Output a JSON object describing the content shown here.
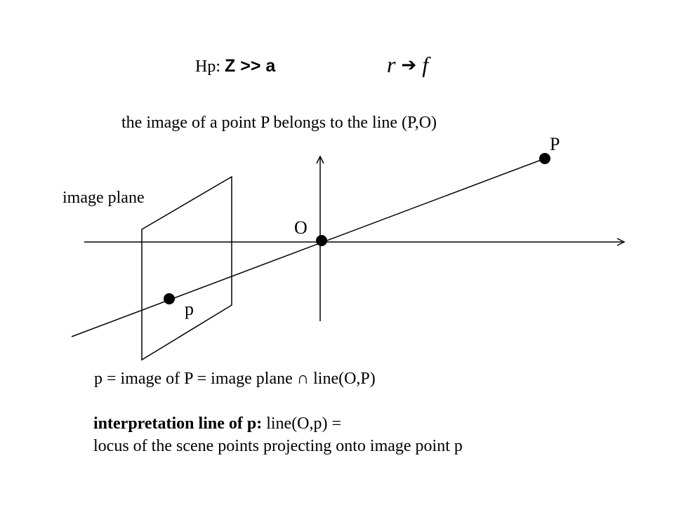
{
  "hypothesis": {
    "prefix": "Hp:",
    "condition": "Z >> a"
  },
  "limit": {
    "from": "r",
    "arrow": "➔",
    "to": "f"
  },
  "statement": "the image of a point P belongs to the line (P,O)",
  "labels": {
    "scene_point": "P",
    "image_plane": "image plane",
    "optical_center": "O",
    "image_point": "p"
  },
  "definition": "p = image of P = image plane ∩ line(O,P)",
  "interpretation": {
    "term": "interpretation line of p:",
    "rhs": "line(O,p) =",
    "line2": "locus of the scene points projecting onto image point p"
  }
}
